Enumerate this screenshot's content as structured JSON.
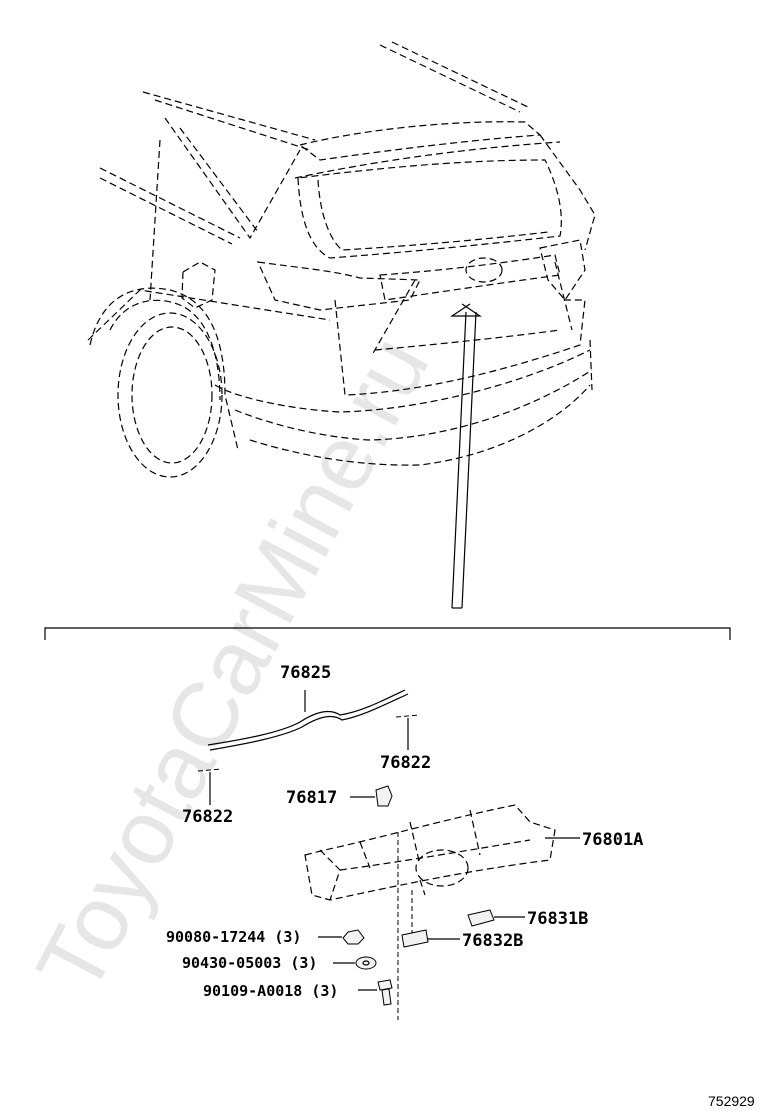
{
  "watermark": "ToyotaCarMine.ru",
  "reference_number": "752929",
  "parts": {
    "p76825": "76825",
    "p76822_upper": "76822",
    "p76822_left": "76822",
    "p76817": "76817",
    "p76801A": "76801A",
    "p76831B": "76831B",
    "p76832B": "76832B",
    "p90080": "90080-17244 (3)",
    "p90430": "90430-05003 (3)",
    "p90109": "90109-A0018 (3)"
  }
}
